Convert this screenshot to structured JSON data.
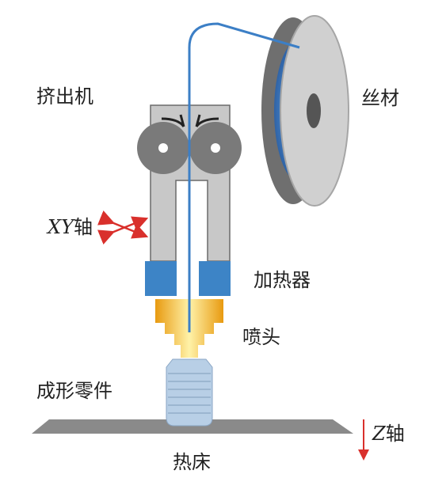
{
  "labels": {
    "extruder": "挤出机",
    "filament": "丝材",
    "xy_axis_prefix": "XY",
    "xy_axis_suffix": "轴",
    "heater": "加热器",
    "nozzle": "喷头",
    "part": "成形零件",
    "z_axis_prefix": "Z",
    "z_axis_suffix": "轴",
    "bed": "热床"
  },
  "colors": {
    "frame_gray": "#c8c8c8",
    "roller_gray": "#7a7a7a",
    "heater_blue": "#3d84c6",
    "nozzle_yellow": "#f2b51a",
    "part_blue": "#b8cfe6",
    "bed_gray": "#8a8a8a",
    "filament_blue": "#3c7fc6",
    "xy_arrow_red": "#d9302c",
    "z_arrow_red": "#d9302c"
  }
}
